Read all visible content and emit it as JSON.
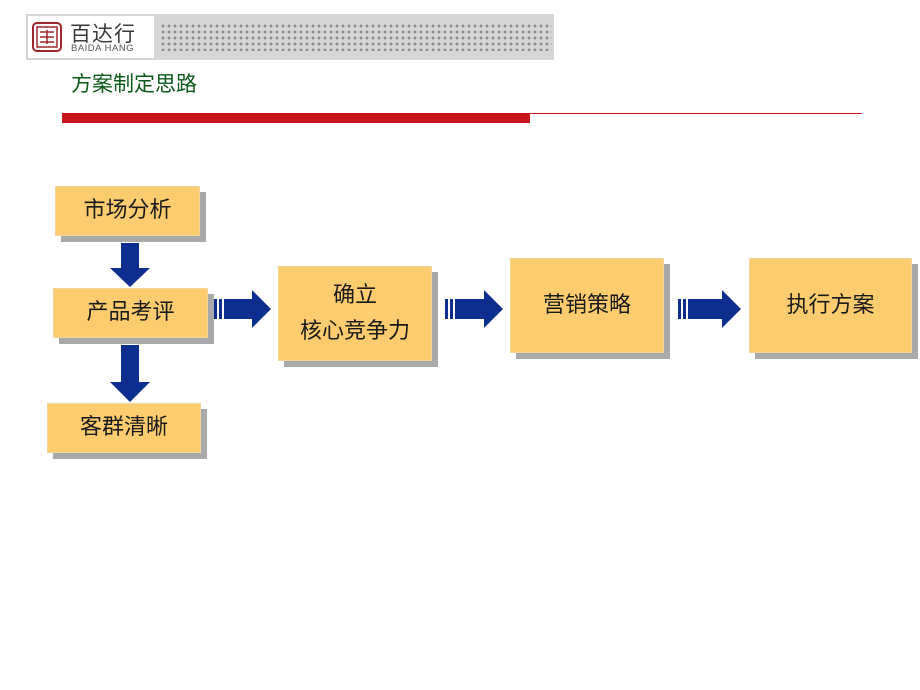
{
  "header": {
    "logo_cn": "百达行",
    "logo_en": "BAIDA HANG",
    "title": "方案制定思路"
  },
  "diagram": {
    "left_column": [
      "市场分析",
      "产品考评",
      "客群清晰"
    ],
    "core": [
      "确立",
      "核心竞争力"
    ],
    "strategy": "营销策略",
    "execute": "执行方案"
  },
  "colors": {
    "box_fill": "#fccc6f",
    "arrow": "#0e2e8f",
    "accent_red": "#c8151c",
    "title_green": "#0b5a1a"
  }
}
